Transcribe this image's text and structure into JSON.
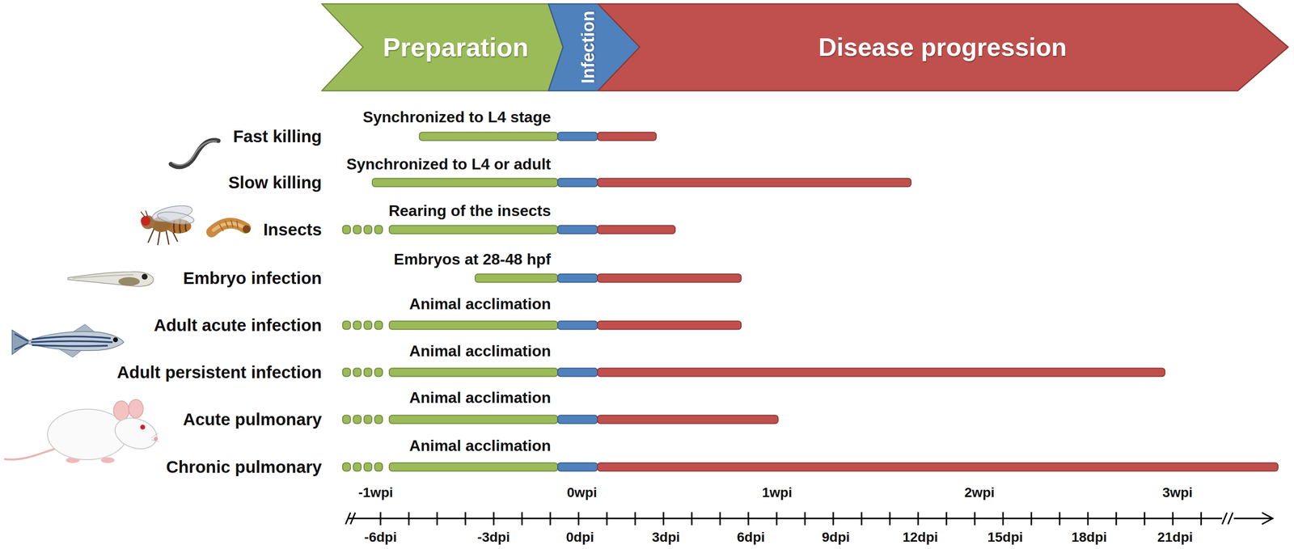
{
  "diagram": {
    "nodes": [
      {
        "text": [
          "Preparation"
        ]
      },
      {
        "text": [
          "Infection"
        ]
      },
      {
        "text": [
          "Disease progression"
        ]
      }
    ],
    "labels": [
      "Synchronized to L4 stage",
      "Fast killing",
      "Synchronized to L4 or adult",
      "Slow killing",
      "Rearing of the insects",
      "Insects",
      "Embryos at 28-48 hpf",
      "Embryo infection",
      "Animal acclimation",
      "Adult acute infection",
      "Animal acclimation",
      "Adult persistent infection",
      "Animal acclimation",
      "Acute pulmonary",
      "Animal acclimation",
      "Chronic pulmonary",
      "-1wpi",
      "0wpi",
      "1wpi",
      "2wpi",
      "3wpi",
      "-6dpi",
      "-3dpi",
      "0dpi",
      "3dpi",
      "6dpi",
      "9dpi",
      "12dpi",
      "15dpi",
      "18dpi",
      "21dpi"
    ]
  }
}
